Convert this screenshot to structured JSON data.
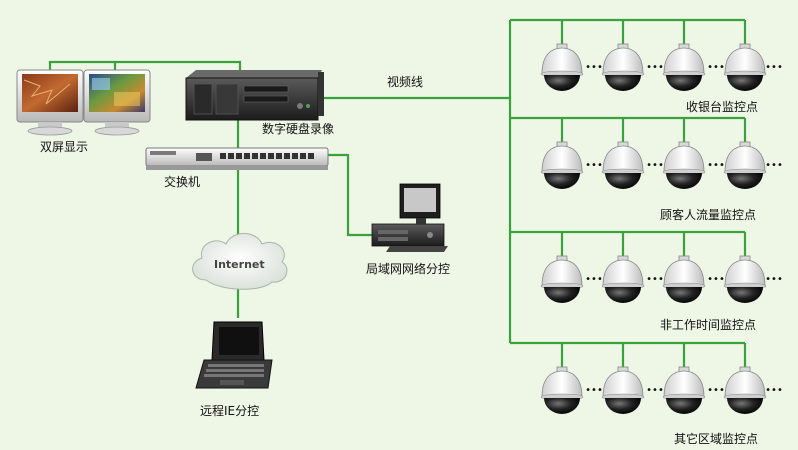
{
  "labels": {
    "video_line": "视频线",
    "dvr": "数字硬盘录像",
    "dual_screen": "双屏显示",
    "switch": "交换机",
    "lan_control": "局域网网络分控",
    "remote_ie": "远程IE分控",
    "internet": "Internet",
    "cashier": "收银台监控点",
    "customer_flow": "顾客人流量监控点",
    "after_hours": "非工作时间监控点",
    "other_areas": "其它区域监控点",
    "ellipsis": "•••"
  },
  "colors": {
    "line": "#3aa23a",
    "background": "#eef6e6",
    "camera_body": "#f2f2f2",
    "camera_dome": "#222222"
  },
  "camera_groups": [
    {
      "label_key": "cashier",
      "camera_count": 4
    },
    {
      "label_key": "customer_flow",
      "camera_count": 4
    },
    {
      "label_key": "after_hours",
      "camera_count": 4
    },
    {
      "label_key": "other_areas",
      "camera_count": 4
    }
  ]
}
